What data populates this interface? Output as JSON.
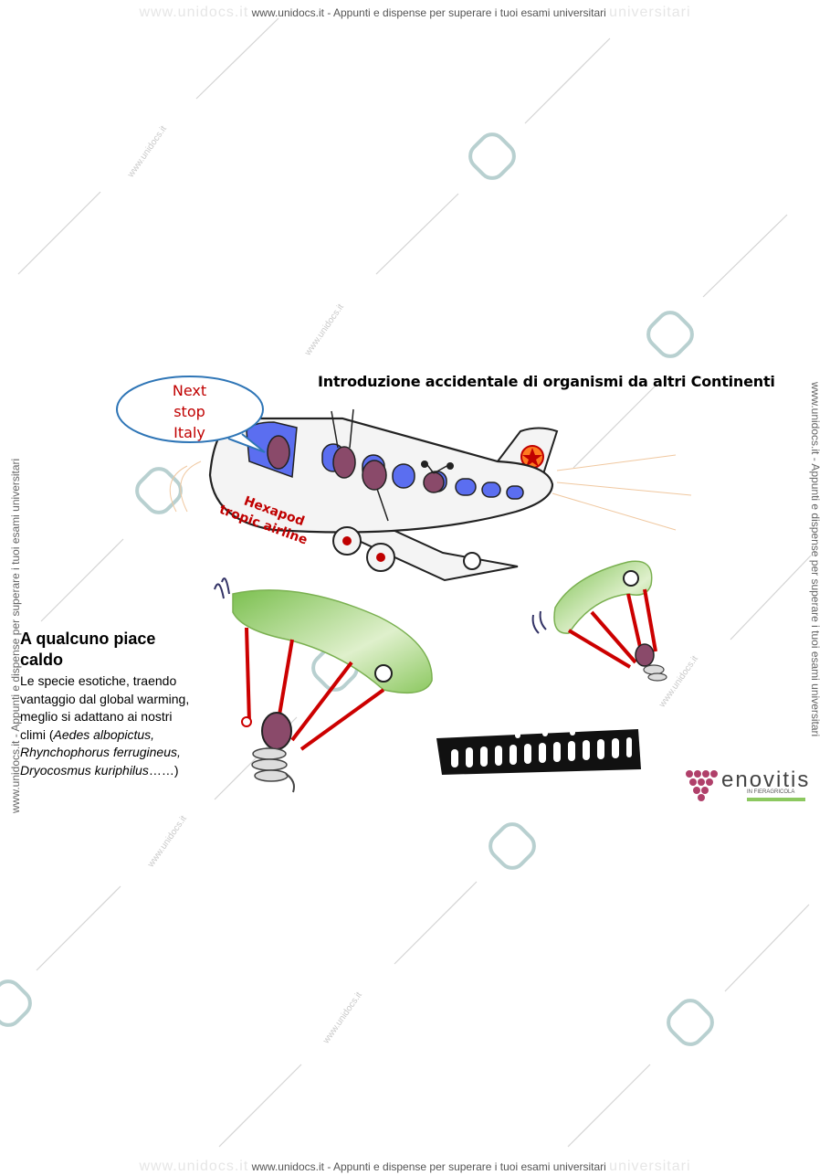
{
  "watermark": {
    "top": "www.unidocs.it - Appunti e dispense per superare i tuoi esami universitari",
    "bottom": "www.unidocs.it - Appunti e dispense per superare i tuoi esami universitari",
    "left": "www.unidocs.it - Appunti e dispense per superare i tuoi esami universitari",
    "right": "www.unidocs.it - Appunti e dispense per superare i tuoi esami universitari",
    "ghost": "www.unidocs.it",
    "ghost_right": "universitari",
    "small": "www.unidocs.it"
  },
  "slide": {
    "title": "Introduzione accidentale di organismi da altri Continenti",
    "speech_bubble": [
      "Next",
      "stop",
      "Italy"
    ],
    "airline_name": [
      "Hexapod",
      "tropic airline"
    ],
    "heading_line1": "A qualcuno piace",
    "heading_line2": "caldo",
    "body_line1": "Le specie esotiche,  traendo",
    "body_line2": "vantaggio dal global warming,",
    "body_line3": "meglio si adattano ai nostri",
    "body_prefix": "climi (",
    "species": [
      "Aedes albopictus,",
      "Rhynchophorus ferrugineus,",
      "Dryocosmus kuriphilus"
    ],
    "body_suffix": "……)"
  },
  "logo": {
    "name": "enovitis",
    "subtitle": "IN FIERAGRICOLA"
  },
  "colors": {
    "bubble_outline": "#2e75b6",
    "bubble_text": "#c00000",
    "airline_text": "#c00000",
    "window": "#5b6ef0",
    "parachute": "#8cc860",
    "cords": "#cc0000"
  }
}
